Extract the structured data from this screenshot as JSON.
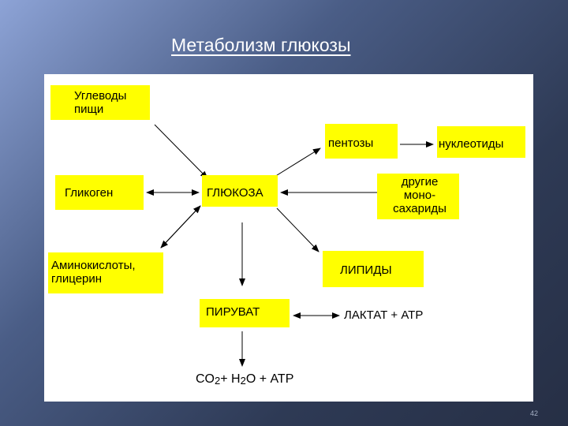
{
  "title": "Метаболизм глюкозы",
  "nodes": {
    "food_carbs": "Углеводы\nпищи",
    "glycogen": "Гликоген",
    "glucose": "ГЛЮКОЗА",
    "amino_acids": "Аминокислоты,\nглицерин",
    "pentoses": "пентозы",
    "nucleotides": "нуклеотиды",
    "other_mono": "другие\nмоно-\nсахариды",
    "lipids": "ЛИПИДЫ",
    "pyruvate": "ПИРУВАТ",
    "lactate": "ЛАКТАТ + АТР"
  },
  "formula": {
    "co": "CO",
    "sub1": "2",
    "plus_h": "+ H",
    "sub2": "2",
    "o_atp": "O + АТР"
  },
  "page_number": "42",
  "colors": {
    "box": "#ffff00",
    "panel": "#ffffff",
    "arrow": "#000000"
  }
}
